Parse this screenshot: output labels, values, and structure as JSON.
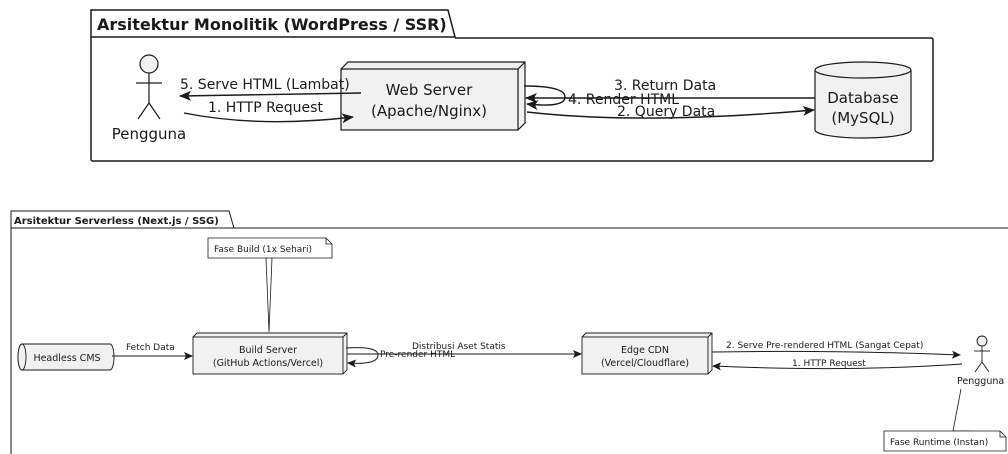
{
  "monolith": {
    "title": "Arsitektur Monolitik (WordPress / SSR)",
    "user": "Pengguna",
    "web_server": [
      "Web Server",
      "(Apache/Nginx)"
    ],
    "database": [
      "Database",
      "(MySQL)"
    ],
    "edges": {
      "serve": "5. Serve HTML (Lambat)",
      "http": "1. HTTP Request",
      "return": "3. Return Data",
      "render": "4. Render HTML",
      "query": "2. Query Data"
    }
  },
  "serverless": {
    "title": "Arsitektur Serverless (Next.js / SSG)",
    "cms": "Headless CMS",
    "build_server": [
      "Build Server",
      "(GitHub Actions/Vercel)"
    ],
    "cdn": [
      "Edge CDN",
      "(Vercel/Cloudflare)"
    ],
    "user": "Pengguna",
    "note_build": "Fase Build (1x Sehari)",
    "note_runtime": "Fase Runtime (Instan)",
    "edges": {
      "fetch": "Fetch Data",
      "prerender": "Pre-render HTML",
      "distribute": "Distribusi Aset Statis",
      "serve": "2. Serve Pre-rendered HTML (Sangat Cepat)",
      "http": "1. HTTP Request"
    }
  }
}
